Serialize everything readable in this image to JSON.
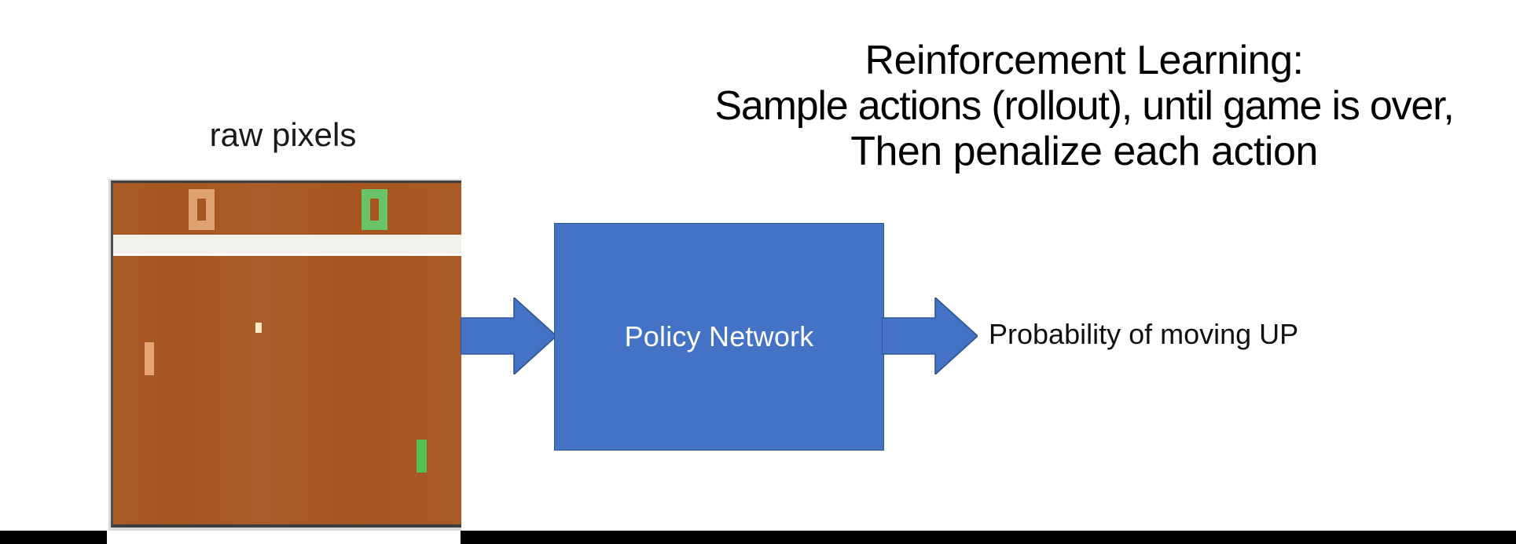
{
  "heading": {
    "line1": "Reinforcement Learning:",
    "line2": "Sample actions (rollout), until game is over,",
    "line3": "Then penalize each action"
  },
  "input": {
    "caption": "raw pixels"
  },
  "game": {
    "name": "pong-frame",
    "background_color": "#a6551f",
    "score_left": "0",
    "score_right": "0",
    "score_left_color": "#e0a070",
    "score_right_color": "#6ac367",
    "paddle_left_color": "#e7a273",
    "paddle_right_color": "#4fc04f",
    "ball_color": "#ffe9c4",
    "divider_color": "#f2f0ec"
  },
  "flow": {
    "arrow_in": "right-arrow-icon",
    "arrow_out": "right-arrow-icon",
    "arrow_color": "#4472c4",
    "arrow_outline_color": "#2f5597"
  },
  "model": {
    "label": "Policy Network",
    "fill_color": "#4472c4",
    "text_color": "#ffffff"
  },
  "output": {
    "label": "Probability of moving UP"
  }
}
